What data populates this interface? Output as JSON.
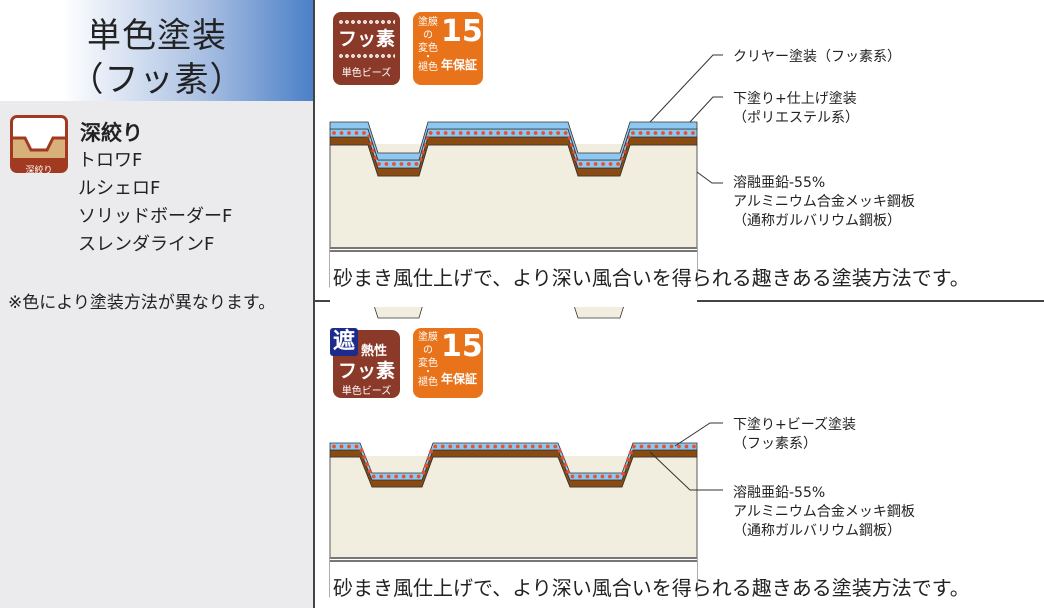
{
  "left": {
    "title_line1": "単色塗装",
    "title_line2": "（フッ素）",
    "icon_label": "深絞り",
    "category": "深絞り",
    "products": [
      "トロワF",
      "ルシェロF",
      "ソリッドボーダーF",
      "スレンダラインF"
    ],
    "note": "※色により塗装方法が異なります。"
  },
  "section1": {
    "badge1": {
      "main": "フッ素",
      "sub": "単色ビーズ"
    },
    "badge2": {
      "small": [
        "塗膜",
        "の",
        "変色",
        "・",
        "褪色"
      ],
      "years": "15",
      "warranty": "年保証"
    },
    "labels": [
      "クリヤー塗装（フッ素系）",
      "下塗り+仕上げ塗装",
      "（ポリエステル系）",
      "溶融亜鉛-55%",
      "アルミニウム合金メッキ鋼板",
      "（通称ガルバリウム鋼板）"
    ],
    "caption": "砂まき風仕上げで、より深い風合いを得られる趣きある塗装方法です。"
  },
  "section2": {
    "badge1": {
      "shield": "遮",
      "top": "熱性",
      "main": "フッ素",
      "sub": "単色ビーズ"
    },
    "badge2": {
      "small": [
        "塗膜",
        "の",
        "変色",
        "・",
        "褪色"
      ],
      "years": "15",
      "warranty": "年保証"
    },
    "labels": [
      "下塗り+ビーズ塗装",
      "（フッ素系）",
      "溶融亜鉛-55%",
      "アルミニウム合金メッキ鋼板",
      "（通称ガルバリウム鋼板）"
    ],
    "caption": "砂まき風仕上げで、より深い風合いを得られる趣きある塗装方法です。"
  },
  "colors": {
    "blue": "#8ec8f0",
    "brown": "#8a4b12",
    "beige": "#f2eedf",
    "dot": "#e8502e",
    "orange": "#e8731a",
    "maroon": "#8b3a2a"
  }
}
